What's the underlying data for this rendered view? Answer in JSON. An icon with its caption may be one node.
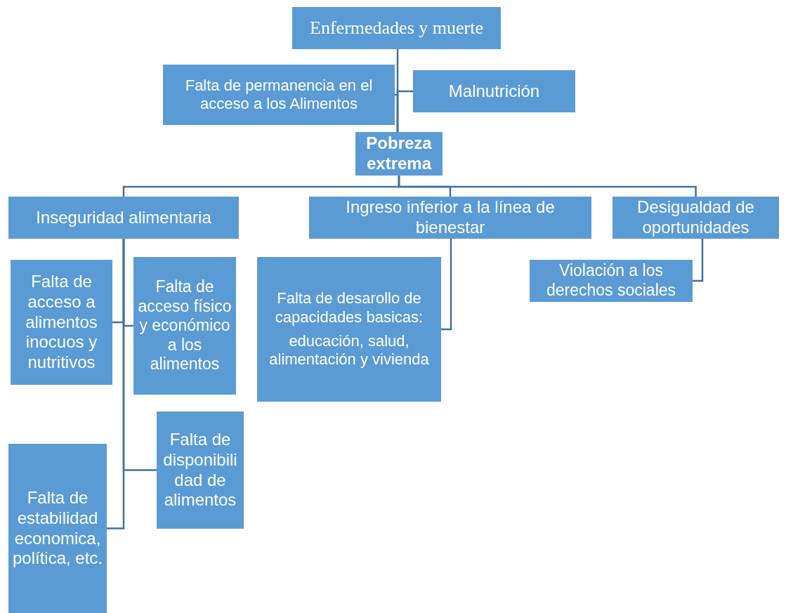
{
  "diagram": {
    "nodes": [
      {
        "text": [
          "Enfermedades y muerte"
        ]
      },
      {
        "text": [
          "Falta de permanencia en el acceso a los Alimentos"
        ]
      },
      {
        "text": [
          "Malnutrición"
        ]
      },
      {
        "text": [
          "Pobreza extrema"
        ]
      },
      {
        "text": [
          "Inseguridad alimentaria"
        ]
      },
      {
        "text": [
          "Ingreso inferior a la línea de bienestar"
        ]
      },
      {
        "text": [
          "Desigualdad de oportunidades"
        ]
      },
      {
        "text": [
          "Falta de acceso a alimentos inocuos y nutritivos"
        ]
      },
      {
        "text": [
          "Falta de acceso físico y económico a los alimentos"
        ]
      },
      {
        "text": [
          "Falta de desarollo de capacidades basicas:",
          "educación, salud, alimentación y vivienda"
        ]
      },
      {
        "text": [
          "Violación a los derechos sociales"
        ]
      },
      {
        "text": [
          "Falta de disponibilidad de alimentos"
        ]
      },
      {
        "text": [
          "Falta de estabilidad economica, política, etc."
        ]
      }
    ],
    "edges": [
      {
        "from": 3,
        "to": 0,
        "arrow": "none"
      },
      {
        "from": 3,
        "to": 1,
        "arrow": "none"
      },
      {
        "from": 3,
        "to": 2,
        "arrow": "none"
      },
      {
        "from": 3,
        "to": 4,
        "arrow": "none"
      },
      {
        "from": 3,
        "to": 5,
        "arrow": "none"
      },
      {
        "from": 3,
        "to": 6,
        "arrow": "none"
      },
      {
        "from": 4,
        "to": 7,
        "arrow": "none"
      },
      {
        "from": 4,
        "to": 8,
        "arrow": "none"
      },
      {
        "from": 4,
        "to": 11,
        "arrow": "none"
      },
      {
        "from": 4,
        "to": 12,
        "arrow": "none"
      },
      {
        "from": 5,
        "to": 9,
        "arrow": "none"
      },
      {
        "from": 6,
        "to": 10,
        "arrow": "none"
      }
    ]
  }
}
